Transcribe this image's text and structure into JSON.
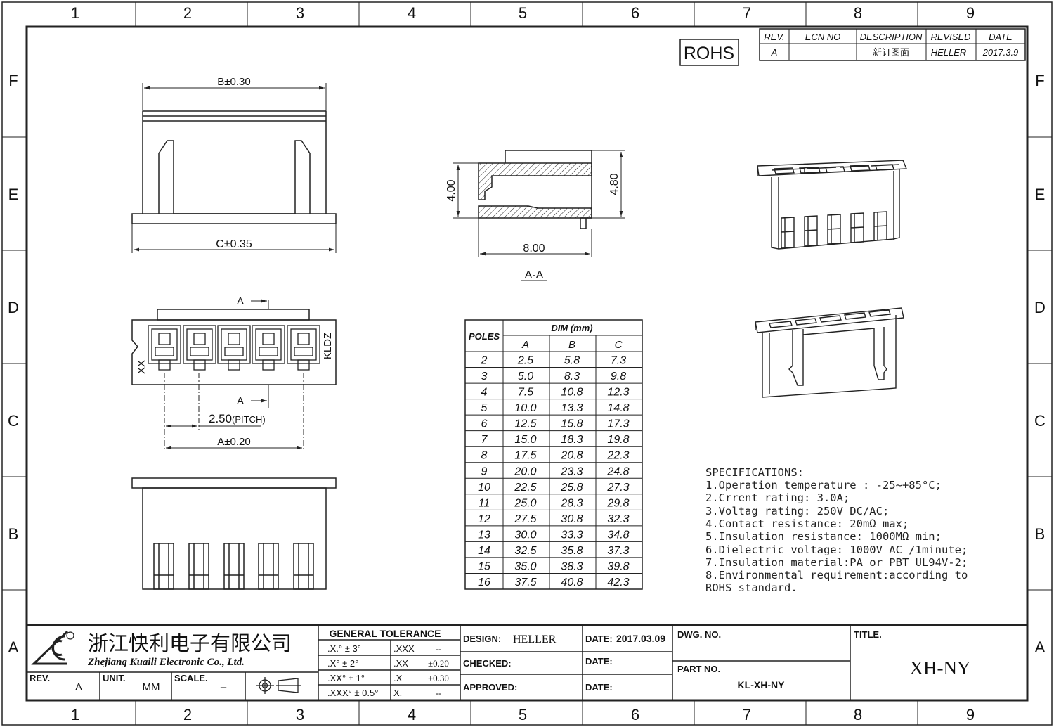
{
  "frame": {
    "columns": [
      "1",
      "2",
      "3",
      "4",
      "5",
      "6",
      "7",
      "8",
      "9"
    ],
    "rows": [
      "F",
      "E",
      "D",
      "C",
      "B",
      "A"
    ]
  },
  "rohs_mark": "ROHS",
  "revision_table": {
    "headers": [
      "REV.",
      "ECN NO",
      "DESCRIPTION",
      "REVISED",
      "DATE"
    ],
    "row": [
      "A",
      "",
      "新订图面",
      "HELLER",
      "2017.3.9"
    ]
  },
  "dims": {
    "b": "B±0.30",
    "c": "C±0.35",
    "sec_h1": "4.00",
    "sec_h2": "4.80",
    "sec_w": "8.00",
    "section_label": "A-A",
    "cut_a": "A",
    "pitch": "2.50",
    "pitch_note": "(PITCH)",
    "a": "A±0.20",
    "mark_xx": "XX",
    "mark_kldz": "KLDZ"
  },
  "dim_table": {
    "poles_header": "POLES",
    "dim_header": "DIM (mm)",
    "cols": [
      "A",
      "B",
      "C"
    ],
    "rows": [
      [
        "2",
        "2.5",
        "5.8",
        "7.3"
      ],
      [
        "3",
        "5.0",
        "8.3",
        "9.8"
      ],
      [
        "4",
        "7.5",
        "10.8",
        "12.3"
      ],
      [
        "5",
        "10.0",
        "13.3",
        "14.8"
      ],
      [
        "6",
        "12.5",
        "15.8",
        "17.3"
      ],
      [
        "7",
        "15.0",
        "18.3",
        "19.8"
      ],
      [
        "8",
        "17.5",
        "20.8",
        "22.3"
      ],
      [
        "9",
        "20.0",
        "23.3",
        "24.8"
      ],
      [
        "10",
        "22.5",
        "25.8",
        "27.3"
      ],
      [
        "11",
        "25.0",
        "28.3",
        "29.8"
      ],
      [
        "12",
        "27.5",
        "30.8",
        "32.3"
      ],
      [
        "13",
        "30.0",
        "33.3",
        "34.8"
      ],
      [
        "14",
        "32.5",
        "35.8",
        "37.3"
      ],
      [
        "15",
        "35.0",
        "38.3",
        "39.8"
      ],
      [
        "16",
        "37.5",
        "40.8",
        "42.3"
      ]
    ]
  },
  "specifications": {
    "title": "SPECIFICATIONS:",
    "lines": [
      "1.Operation temperature : -25~+85°C;",
      "2.Crrent rating: 3.0A;",
      "3.Voltag rating: 250V DC/AC;",
      "4.Contact resistance: 20mΩ max;",
      "5.Insulation resistance: 1000MΩ min;",
      "6.Dielectric voltage: 1000V AC /1minute;",
      "7.Insulation material:PA or PBT UL94V-2;",
      "8.Environmental requirement:according to",
      "ROHS standard."
    ]
  },
  "title_block": {
    "company_cn": "浙江快利电子有限公司",
    "company_en": "Zhejiang Kuaili Electronic Co., Ltd.",
    "rev_label": "REV.",
    "rev_value": "A",
    "unit_label": "UNIT.",
    "unit_value": "MM",
    "scale_label": "SCALE.",
    "scale_value": "–",
    "tolerance_title": "GENERAL TOLERANCE",
    "tolerance_rows": [
      [
        ".X.° ± 3°",
        ".XXX",
        "--"
      ],
      [
        ".X° ± 2°",
        ".XX",
        "±0.20"
      ],
      [
        ".XX° ± 1°",
        ".X",
        "±0.30"
      ],
      [
        ".XXX° ± 0.5°",
        "X.",
        "--"
      ]
    ],
    "design_label": "DESIGN:",
    "design_value": "HELLER",
    "checked_label": "CHECKED:",
    "approved_label": "APPROVED:",
    "date1_label": "DATE:",
    "date1_value": "2017.03.09",
    "date2_label": "DATE:",
    "date3_label": "DATE:",
    "dwg_label": "DWG. NO.",
    "part_label": "PART NO.",
    "part_value": "KL-XH-NY",
    "title_label": "TITLE.",
    "title_value": "XH-NY"
  }
}
